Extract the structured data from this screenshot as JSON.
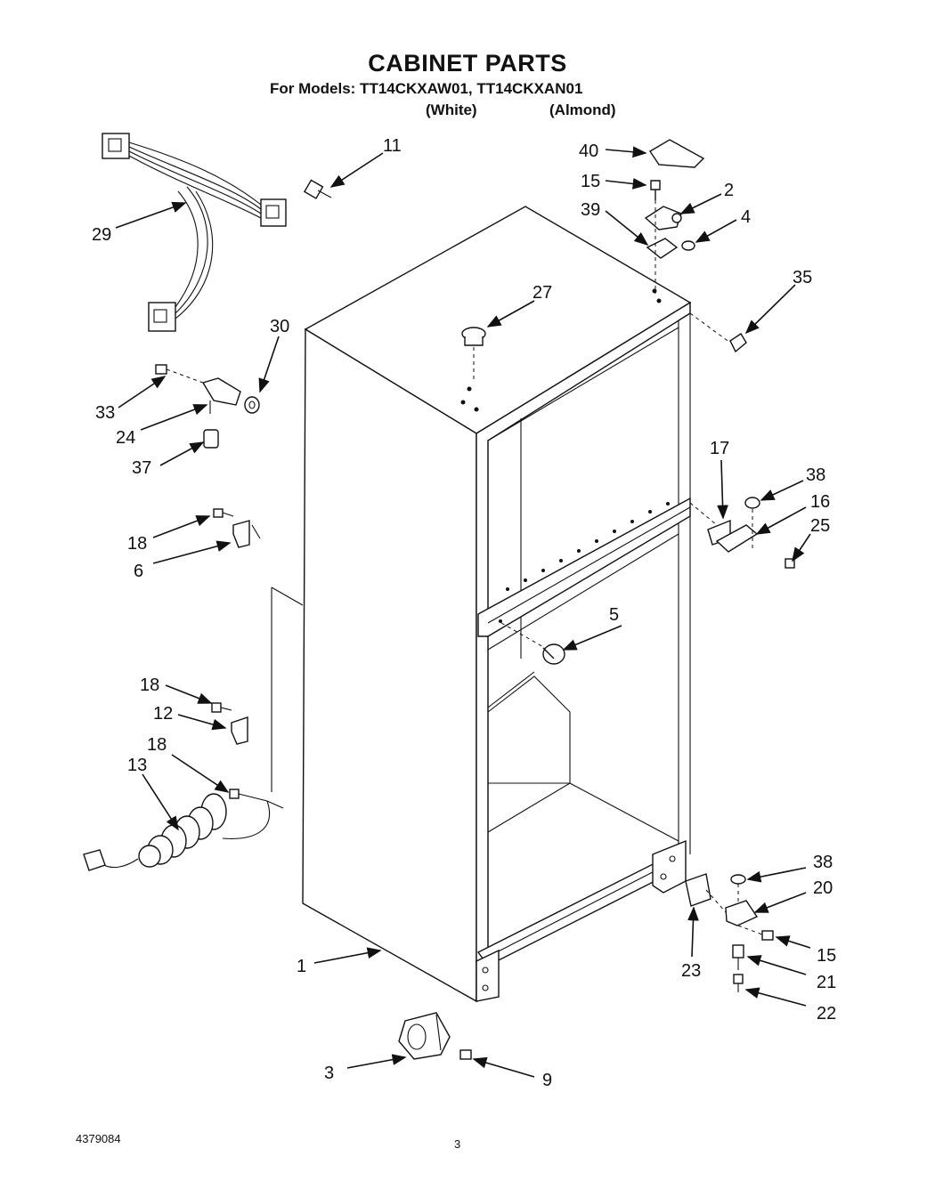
{
  "header": {
    "title": "CABINET PARTS",
    "models": "For Models: TT14CKXAW01, TT14CKXAN01",
    "variant_white": "(White)",
    "variant_almond": "(Almond)"
  },
  "callouts": {
    "c1": "1",
    "c2": "2",
    "c3": "3",
    "c4": "4",
    "c5": "5",
    "c6": "6",
    "c9": "9",
    "c11": "11",
    "c12": "12",
    "c13": "13",
    "c15a": "15",
    "c15b": "15",
    "c16": "16",
    "c17": "17",
    "c18a": "18",
    "c18b": "18",
    "c18c": "18",
    "c20": "20",
    "c21": "21",
    "c22": "22",
    "c23": "23",
    "c24": "24",
    "c25": "25",
    "c27": "27",
    "c29": "29",
    "c30": "30",
    "c33": "33",
    "c35": "35",
    "c37": "37",
    "c38a": "38",
    "c38b": "38",
    "c39": "39",
    "c40": "40"
  },
  "footer": {
    "doc_number": "4379084",
    "page_number": "3"
  }
}
